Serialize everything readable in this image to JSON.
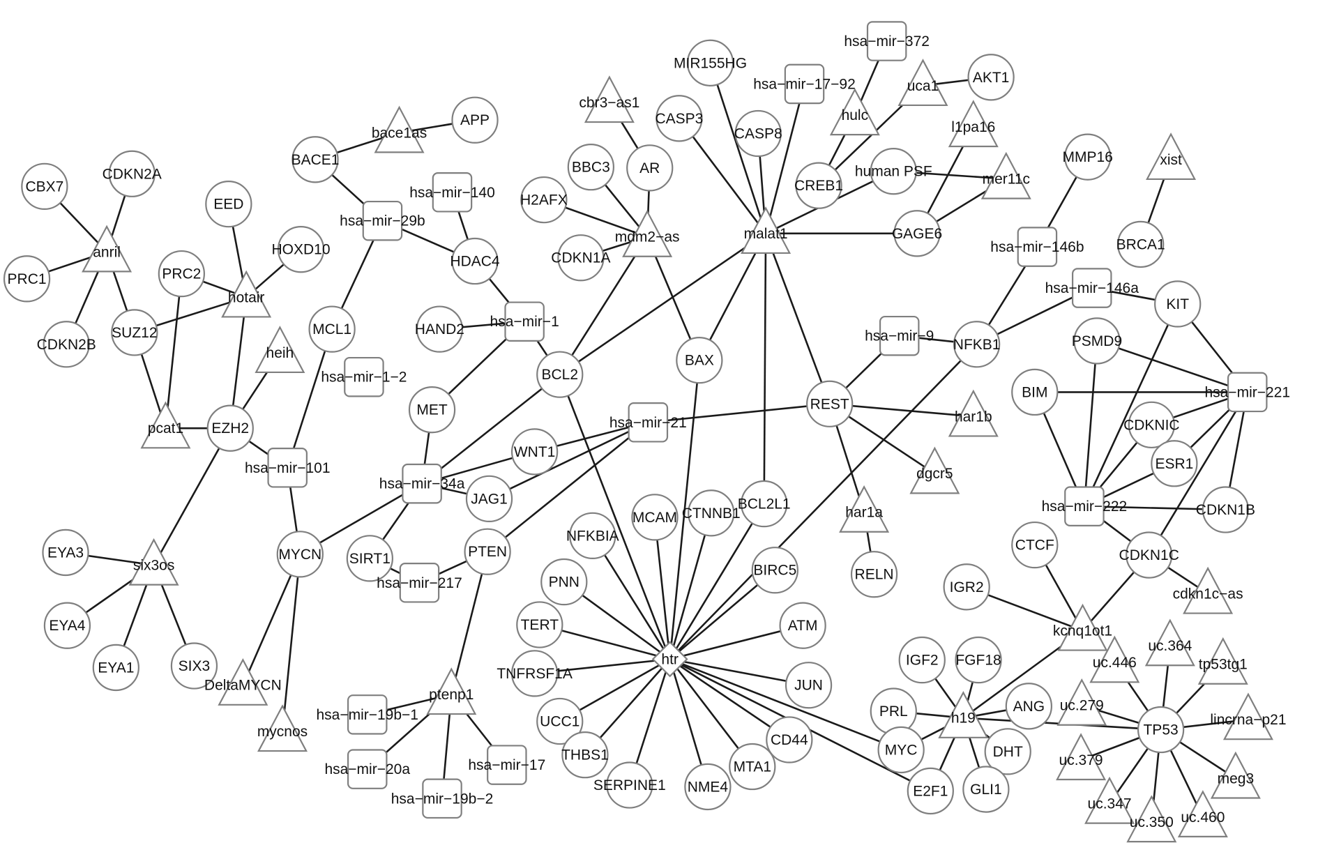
{
  "nodes": [
    {
      "id": "APP",
      "shape": "circle"
    },
    {
      "id": "bace1as",
      "shape": "triangle"
    },
    {
      "id": "BACE1",
      "shape": "circle"
    },
    {
      "id": "CBX7",
      "shape": "circle"
    },
    {
      "id": "CDKN2A",
      "shape": "circle"
    },
    {
      "id": "anril",
      "shape": "triangle"
    },
    {
      "id": "PRC1",
      "shape": "circle"
    },
    {
      "id": "CDKN2B",
      "shape": "circle"
    },
    {
      "id": "SUZ12",
      "shape": "circle"
    },
    {
      "id": "EED",
      "shape": "circle"
    },
    {
      "id": "HOXD10",
      "shape": "circle"
    },
    {
      "id": "PRC2",
      "shape": "circle"
    },
    {
      "id": "hotair",
      "shape": "triangle"
    },
    {
      "id": "heih",
      "shape": "triangle"
    },
    {
      "id": "pcat1",
      "shape": "triangle"
    },
    {
      "id": "EZH2",
      "shape": "circle"
    },
    {
      "id": "hsa-mir-29b",
      "shape": "square"
    },
    {
      "id": "hsa-mir-140",
      "shape": "square"
    },
    {
      "id": "HDAC4",
      "shape": "circle"
    },
    {
      "id": "MCL1",
      "shape": "circle"
    },
    {
      "id": "hsa-mir-1-2",
      "shape": "square"
    },
    {
      "id": "HAND2",
      "shape": "circle"
    },
    {
      "id": "hsa-mir-1",
      "shape": "square"
    },
    {
      "id": "hsa-mir-101",
      "shape": "square"
    },
    {
      "id": "MET",
      "shape": "circle"
    },
    {
      "id": "six3os",
      "shape": "triangle"
    },
    {
      "id": "EYA3",
      "shape": "circle"
    },
    {
      "id": "EYA4",
      "shape": "circle"
    },
    {
      "id": "EYA1",
      "shape": "circle"
    },
    {
      "id": "SIX3",
      "shape": "circle"
    },
    {
      "id": "DeltaMYCN",
      "shape": "triangle"
    },
    {
      "id": "MYCN",
      "shape": "circle"
    },
    {
      "id": "mycnos",
      "shape": "triangle"
    },
    {
      "id": "hsa-mir-34a",
      "shape": "square"
    },
    {
      "id": "JAG1",
      "shape": "circle"
    },
    {
      "id": "WNT1",
      "shape": "circle"
    },
    {
      "id": "SIRT1",
      "shape": "circle"
    },
    {
      "id": "hsa-mir-217",
      "shape": "square"
    },
    {
      "id": "PTEN",
      "shape": "circle"
    },
    {
      "id": "ptenp1",
      "shape": "triangle"
    },
    {
      "id": "hsa-mir-19b-1",
      "shape": "square"
    },
    {
      "id": "hsa-mir-20a",
      "shape": "square"
    },
    {
      "id": "hsa-mir-17",
      "shape": "square"
    },
    {
      "id": "hsa-mir-19b-2",
      "shape": "square"
    },
    {
      "id": "cbr3-as1",
      "shape": "triangle"
    },
    {
      "id": "BBC3",
      "shape": "circle"
    },
    {
      "id": "AR",
      "shape": "circle"
    },
    {
      "id": "H2AFX",
      "shape": "circle"
    },
    {
      "id": "mdm2-as",
      "shape": "triangle"
    },
    {
      "id": "CDKN1A",
      "shape": "circle"
    },
    {
      "id": "BCL2",
      "shape": "circle"
    },
    {
      "id": "hsa-mir-21",
      "shape": "square"
    },
    {
      "id": "BAX",
      "shape": "circle"
    },
    {
      "id": "CASP3",
      "shape": "circle"
    },
    {
      "id": "MIR155HG",
      "shape": "circle"
    },
    {
      "id": "CASP8",
      "shape": "circle"
    },
    {
      "id": "hsa-mir-17-92",
      "shape": "square"
    },
    {
      "id": "hsa-mir-372",
      "shape": "square"
    },
    {
      "id": "hulc",
      "shape": "triangle"
    },
    {
      "id": "uca1",
      "shape": "triangle"
    },
    {
      "id": "AKT1",
      "shape": "circle"
    },
    {
      "id": "l1pa16",
      "shape": "triangle"
    },
    {
      "id": "CREB1",
      "shape": "circle"
    },
    {
      "id": "human PSF",
      "shape": "circle"
    },
    {
      "id": "mer11c",
      "shape": "triangle"
    },
    {
      "id": "GAGE6",
      "shape": "circle"
    },
    {
      "id": "malat1",
      "shape": "triangle"
    },
    {
      "id": "MMP16",
      "shape": "circle"
    },
    {
      "id": "xist",
      "shape": "triangle"
    },
    {
      "id": "BRCA1",
      "shape": "circle"
    },
    {
      "id": "hsa-mir-146b",
      "shape": "square"
    },
    {
      "id": "hsa-mir-146a",
      "shape": "square"
    },
    {
      "id": "KIT",
      "shape": "circle"
    },
    {
      "id": "hsa-mir-9",
      "shape": "square"
    },
    {
      "id": "NFKB1",
      "shape": "circle"
    },
    {
      "id": "PSMD9",
      "shape": "circle"
    },
    {
      "id": "BIM",
      "shape": "circle"
    },
    {
      "id": "hsa-mir-221",
      "shape": "square"
    },
    {
      "id": "CDKNIC",
      "shape": "circle"
    },
    {
      "id": "ESR1",
      "shape": "circle"
    },
    {
      "id": "hsa-mir-222",
      "shape": "square"
    },
    {
      "id": "CDKN1B",
      "shape": "circle"
    },
    {
      "id": "CDKN1C",
      "shape": "circle"
    },
    {
      "id": "cdkn1c-as",
      "shape": "triangle"
    },
    {
      "id": "REST",
      "shape": "circle"
    },
    {
      "id": "har1b",
      "shape": "triangle"
    },
    {
      "id": "dgcr5",
      "shape": "triangle"
    },
    {
      "id": "har1a",
      "shape": "triangle"
    },
    {
      "id": "RELN",
      "shape": "circle"
    },
    {
      "id": "BCL2L1",
      "shape": "circle"
    },
    {
      "id": "CTNNB1",
      "shape": "circle"
    },
    {
      "id": "MCAM",
      "shape": "circle"
    },
    {
      "id": "NFKBIA",
      "shape": "circle"
    },
    {
      "id": "BIRC5",
      "shape": "circle"
    },
    {
      "id": "PNN",
      "shape": "circle"
    },
    {
      "id": "TERT",
      "shape": "circle"
    },
    {
      "id": "ATM",
      "shape": "circle"
    },
    {
      "id": "htr",
      "shape": "diamond"
    },
    {
      "id": "TNFRSF1A",
      "shape": "circle"
    },
    {
      "id": "JUN",
      "shape": "circle"
    },
    {
      "id": "UCC1",
      "shape": "circle"
    },
    {
      "id": "CD44",
      "shape": "circle"
    },
    {
      "id": "THBS1",
      "shape": "circle"
    },
    {
      "id": "MTA1",
      "shape": "circle"
    },
    {
      "id": "SERPINE1",
      "shape": "circle"
    },
    {
      "id": "NME4",
      "shape": "circle"
    },
    {
      "id": "CTCF",
      "shape": "circle"
    },
    {
      "id": "IGR2",
      "shape": "circle"
    },
    {
      "id": "kcnq1ot1",
      "shape": "triangle"
    },
    {
      "id": "IGF2",
      "shape": "circle"
    },
    {
      "id": "FGF18",
      "shape": "circle"
    },
    {
      "id": "PRL",
      "shape": "circle"
    },
    {
      "id": "h19",
      "shape": "triangle"
    },
    {
      "id": "ANG",
      "shape": "circle"
    },
    {
      "id": "MYC",
      "shape": "circle"
    },
    {
      "id": "DHT",
      "shape": "circle"
    },
    {
      "id": "E2F1",
      "shape": "circle"
    },
    {
      "id": "GLI1",
      "shape": "circle"
    },
    {
      "id": "uc.446",
      "shape": "triangle"
    },
    {
      "id": "uc.364",
      "shape": "triangle"
    },
    {
      "id": "tp53tg1",
      "shape": "triangle"
    },
    {
      "id": "uc.279",
      "shape": "triangle"
    },
    {
      "id": "TP53",
      "shape": "circle"
    },
    {
      "id": "lincrna-p21",
      "shape": "triangle"
    },
    {
      "id": "uc.379",
      "shape": "triangle"
    },
    {
      "id": "meg3",
      "shape": "triangle"
    },
    {
      "id": "uc.347",
      "shape": "triangle"
    },
    {
      "id": "uc.350",
      "shape": "triangle"
    },
    {
      "id": "uc.460",
      "shape": "triangle"
    }
  ],
  "edges": [
    [
      "APP",
      "bace1as"
    ],
    [
      "bace1as",
      "BACE1"
    ],
    [
      "BACE1",
      "hsa-mir-29b"
    ],
    [
      "hsa-mir-29b",
      "HDAC4"
    ],
    [
      "hsa-mir-29b",
      "MCL1"
    ],
    [
      "hsa-mir-140",
      "HDAC4"
    ],
    [
      "HDAC4",
      "hsa-mir-1"
    ],
    [
      "HAND2",
      "hsa-mir-1"
    ],
    [
      "hsa-mir-1",
      "BCL2"
    ],
    [
      "hsa-mir-1",
      "MET"
    ],
    [
      "CBX7",
      "anril"
    ],
    [
      "CDKN2A",
      "anril"
    ],
    [
      "PRC1",
      "anril"
    ],
    [
      "CDKN2B",
      "anril"
    ],
    [
      "SUZ12",
      "anril"
    ],
    [
      "SUZ12",
      "hotair"
    ],
    [
      "SUZ12",
      "pcat1"
    ],
    [
      "PRC2",
      "hotair"
    ],
    [
      "PRC2",
      "pcat1"
    ],
    [
      "EED",
      "hotair"
    ],
    [
      "HOXD10",
      "hotair"
    ],
    [
      "hotair",
      "EZH2"
    ],
    [
      "heih",
      "EZH2"
    ],
    [
      "pcat1",
      "EZH2"
    ],
    [
      "EZH2",
      "hsa-mir-101"
    ],
    [
      "EZH2",
      "six3os"
    ],
    [
      "MCL1",
      "hsa-mir-101"
    ],
    [
      "hsa-mir-101",
      "MYCN"
    ],
    [
      "EYA3",
      "six3os"
    ],
    [
      "EYA4",
      "six3os"
    ],
    [
      "EYA1",
      "six3os"
    ],
    [
      "SIX3",
      "six3os"
    ],
    [
      "MYCN",
      "DeltaMYCN"
    ],
    [
      "MYCN",
      "mycnos"
    ],
    [
      "MYCN",
      "hsa-mir-34a"
    ],
    [
      "MET",
      "hsa-mir-34a"
    ],
    [
      "hsa-mir-34a",
      "SIRT1"
    ],
    [
      "hsa-mir-34a",
      "BCL2"
    ],
    [
      "hsa-mir-34a",
      "WNT1"
    ],
    [
      "hsa-mir-34a",
      "JAG1"
    ],
    [
      "WNT1",
      "hsa-mir-21"
    ],
    [
      "JAG1",
      "hsa-mir-21"
    ],
    [
      "PTEN",
      "hsa-mir-21"
    ],
    [
      "SIRT1",
      "hsa-mir-217"
    ],
    [
      "hsa-mir-217",
      "PTEN"
    ],
    [
      "PTEN",
      "ptenp1"
    ],
    [
      "ptenp1",
      "hsa-mir-19b-1"
    ],
    [
      "ptenp1",
      "hsa-mir-20a"
    ],
    [
      "ptenp1",
      "hsa-mir-17"
    ],
    [
      "ptenp1",
      "hsa-mir-19b-2"
    ],
    [
      "cbr3-as1",
      "AR"
    ],
    [
      "AR",
      "mdm2-as"
    ],
    [
      "BBC3",
      "mdm2-as"
    ],
    [
      "H2AFX",
      "mdm2-as"
    ],
    [
      "CDKN1A",
      "mdm2-as"
    ],
    [
      "mdm2-as",
      "BCL2"
    ],
    [
      "mdm2-as",
      "BAX"
    ],
    [
      "BCL2",
      "malat1"
    ],
    [
      "BCL2",
      "htr"
    ],
    [
      "hsa-mir-21",
      "REST"
    ],
    [
      "CASP3",
      "malat1"
    ],
    [
      "MIR155HG",
      "malat1"
    ],
    [
      "CASP8",
      "malat1"
    ],
    [
      "hsa-mir-17-92",
      "malat1"
    ],
    [
      "hsa-mir-372",
      "hulc"
    ],
    [
      "hulc",
      "CREB1"
    ],
    [
      "uca1",
      "AKT1"
    ],
    [
      "uca1",
      "CREB1"
    ],
    [
      "human PSF",
      "malat1"
    ],
    [
      "human PSF",
      "mer11c"
    ],
    [
      "l1pa16",
      "GAGE6"
    ],
    [
      "mer11c",
      "GAGE6"
    ],
    [
      "GAGE6",
      "malat1"
    ],
    [
      "malat1",
      "BAX"
    ],
    [
      "malat1",
      "BCL2L1"
    ],
    [
      "malat1",
      "REST"
    ],
    [
      "BAX",
      "htr"
    ],
    [
      "BCL2L1",
      "htr"
    ],
    [
      "REST",
      "hsa-mir-9"
    ],
    [
      "REST",
      "har1b"
    ],
    [
      "REST",
      "dgcr5"
    ],
    [
      "REST",
      "har1a"
    ],
    [
      "har1a",
      "RELN"
    ],
    [
      "hsa-mir-9",
      "NFKB1"
    ],
    [
      "NFKB1",
      "hsa-mir-146b"
    ],
    [
      "NFKB1",
      "hsa-mir-146a"
    ],
    [
      "NFKB1",
      "htr"
    ],
    [
      "hsa-mir-146b",
      "MMP16"
    ],
    [
      "BRCA1",
      "xist"
    ],
    [
      "hsa-mir-146a",
      "KIT"
    ],
    [
      "KIT",
      "hsa-mir-221"
    ],
    [
      "KIT",
      "hsa-mir-222"
    ],
    [
      "PSMD9",
      "hsa-mir-221"
    ],
    [
      "PSMD9",
      "hsa-mir-222"
    ],
    [
      "BIM",
      "hsa-mir-221"
    ],
    [
      "BIM",
      "hsa-mir-222"
    ],
    [
      "hsa-mir-221",
      "CDKNIC"
    ],
    [
      "hsa-mir-221",
      "ESR1"
    ],
    [
      "hsa-mir-221",
      "CDKN1B"
    ],
    [
      "hsa-mir-221",
      "CDKN1C"
    ],
    [
      "hsa-mir-222",
      "CDKNIC"
    ],
    [
      "hsa-mir-222",
      "ESR1"
    ],
    [
      "hsa-mir-222",
      "CDKN1B"
    ],
    [
      "hsa-mir-222",
      "CDKN1C"
    ],
    [
      "CDKN1C",
      "cdkn1c-as"
    ],
    [
      "CDKN1C",
      "kcnq1ot1"
    ],
    [
      "CTCF",
      "kcnq1ot1"
    ],
    [
      "IGR2",
      "kcnq1ot1"
    ],
    [
      "kcnq1ot1",
      "h19"
    ],
    [
      "htr",
      "NFKBIA"
    ],
    [
      "htr",
      "MCAM"
    ],
    [
      "htr",
      "CTNNB1"
    ],
    [
      "htr",
      "BIRC5"
    ],
    [
      "htr",
      "PNN"
    ],
    [
      "htr",
      "TERT"
    ],
    [
      "htr",
      "ATM"
    ],
    [
      "htr",
      "TNFRSF1A"
    ],
    [
      "htr",
      "JUN"
    ],
    [
      "htr",
      "UCC1"
    ],
    [
      "htr",
      "CD44"
    ],
    [
      "htr",
      "THBS1"
    ],
    [
      "htr",
      "MTA1"
    ],
    [
      "htr",
      "SERPINE1"
    ],
    [
      "htr",
      "NME4"
    ],
    [
      "htr",
      "MYC"
    ],
    [
      "htr",
      "E2F1"
    ],
    [
      "IGF2",
      "h19"
    ],
    [
      "FGF18",
      "h19"
    ],
    [
      "PRL",
      "h19"
    ],
    [
      "ANG",
      "h19"
    ],
    [
      "MYC",
      "h19"
    ],
    [
      "DHT",
      "h19"
    ],
    [
      "E2F1",
      "h19"
    ],
    [
      "GLI1",
      "h19"
    ],
    [
      "h19",
      "TP53"
    ],
    [
      "TP53",
      "uc.446"
    ],
    [
      "TP53",
      "uc.364"
    ],
    [
      "TP53",
      "tp53tg1"
    ],
    [
      "TP53",
      "uc.279"
    ],
    [
      "TP53",
      "lincrna-p21"
    ],
    [
      "TP53",
      "uc.379"
    ],
    [
      "TP53",
      "meg3"
    ],
    [
      "TP53",
      "uc.347"
    ],
    [
      "TP53",
      "uc.350"
    ],
    [
      "TP53",
      "uc.460"
    ]
  ],
  "node_labels": {
    "APP": "APP",
    "bace1as": "bace1as",
    "BACE1": "BACE1",
    "CBX7": "CBX7",
    "CDKN2A": "CDKN2A",
    "anril": "anril",
    "PRC1": "PRC1",
    "CDKN2B": "CDKN2B",
    "SUZ12": "SUZ12",
    "EED": "EED",
    "HOXD10": "HOXD10",
    "PRC2": "PRC2",
    "hotair": "hotair",
    "heih": "heih",
    "pcat1": "pcat1",
    "EZH2": "EZH2",
    "hsa-mir-29b": "hsa−mir−29b",
    "hsa-mir-140": "hsa−mir−140",
    "HDAC4": "HDAC4",
    "MCL1": "MCL1",
    "hsa-mir-1-2": "hsa−mir−1−2",
    "HAND2": "HAND2",
    "hsa-mir-1": "hsa−mir−1",
    "hsa-mir-101": "hsa−mir−101",
    "MET": "MET",
    "six3os": "six3os",
    "EYA3": "EYA3",
    "EYA4": "EYA4",
    "EYA1": "EYA1",
    "SIX3": "SIX3",
    "DeltaMYCN": "DeltaMYCN",
    "MYCN": "MYCN",
    "mycnos": "mycnos",
    "hsa-mir-34a": "hsa−mir−34a",
    "JAG1": "JAG1",
    "WNT1": "WNT1",
    "SIRT1": "SIRT1",
    "hsa-mir-217": "hsa−mir−217",
    "PTEN": "PTEN",
    "ptenp1": "ptenp1",
    "hsa-mir-19b-1": "hsa−mir−19b−1",
    "hsa-mir-20a": "hsa−mir−20a",
    "hsa-mir-17": "hsa−mir−17",
    "hsa-mir-19b-2": "hsa−mir−19b−2",
    "cbr3-as1": "cbr3−as1",
    "BBC3": "BBC3",
    "AR": "AR",
    "H2AFX": "H2AFX",
    "mdm2-as": "mdm2−as",
    "CDKN1A": "CDKN1A",
    "BCL2": "BCL2",
    "hsa-mir-21": "hsa−mir−21",
    "BAX": "BAX",
    "CASP3": "CASP3",
    "MIR155HG": "MIR155HG",
    "CASP8": "CASP8",
    "hsa-mir-17-92": "hsa−mir−17−92",
    "hsa-mir-372": "hsa−mir−372",
    "hulc": "hulc",
    "uca1": "uca1",
    "AKT1": "AKT1",
    "l1pa16": "l1pa16",
    "CREB1": "CREB1",
    "human PSF": "human PSF",
    "mer11c": "mer11c",
    "GAGE6": "GAGE6",
    "malat1": "malat1",
    "MMP16": "MMP16",
    "xist": "xist",
    "BRCA1": "BRCA1",
    "hsa-mir-146b": "hsa−mir−146b",
    "hsa-mir-146a": "hsa−mir−146a",
    "KIT": "KIT",
    "hsa-mir-9": "hsa−mir−9",
    "NFKB1": "NFKB1",
    "PSMD9": "PSMD9",
    "BIM": "BIM",
    "hsa-mir-221": "hsa−mir−221",
    "CDKNIC": "CDKNIC",
    "ESR1": "ESR1",
    "hsa-mir-222": "hsa−mir−222",
    "CDKN1B": "CDKN1B",
    "CDKN1C": "CDKN1C",
    "cdkn1c-as": "cdkn1c−as",
    "REST": "REST",
    "har1b": "har1b",
    "dgcr5": "dgcr5",
    "har1a": "har1a",
    "RELN": "RELN",
    "BCL2L1": "BCL2L1",
    "CTNNB1": "CTNNB1",
    "MCAM": "MCAM",
    "NFKBIA": "NFKBIA",
    "BIRC5": "BIRC5",
    "PNN": "PNN",
    "TERT": "TERT",
    "ATM": "ATM",
    "htr": "htr",
    "TNFRSF1A": "TNFRSF1A",
    "JUN": "JUN",
    "UCC1": "UCC1",
    "CD44": "CD44",
    "THBS1": "THBS1",
    "MTA1": "MTA1",
    "SERPINE1": "SERPINE1",
    "NME4": "NME4",
    "CTCF": "CTCF",
    "IGR2": "IGR2",
    "kcnq1ot1": "kcnq1ot1",
    "IGF2": "IGF2",
    "FGF18": "FGF18",
    "PRL": "PRL",
    "h19": "h19",
    "ANG": "ANG",
    "MYC": "MYC",
    "DHT": "DHT",
    "E2F1": "E2F1",
    "GLI1": "GLI1",
    "uc.446": "uc.446",
    "uc.364": "uc.364",
    "tp53tg1": "tp53tg1",
    "uc.279": "uc.279",
    "TP53": "TP53",
    "lincrna-p21": "lincrna−p21",
    "uc.379": "uc.379",
    "meg3": "meg3",
    "uc.347": "uc.347",
    "uc.350": "uc.350",
    "uc.460": "uc.460"
  }
}
